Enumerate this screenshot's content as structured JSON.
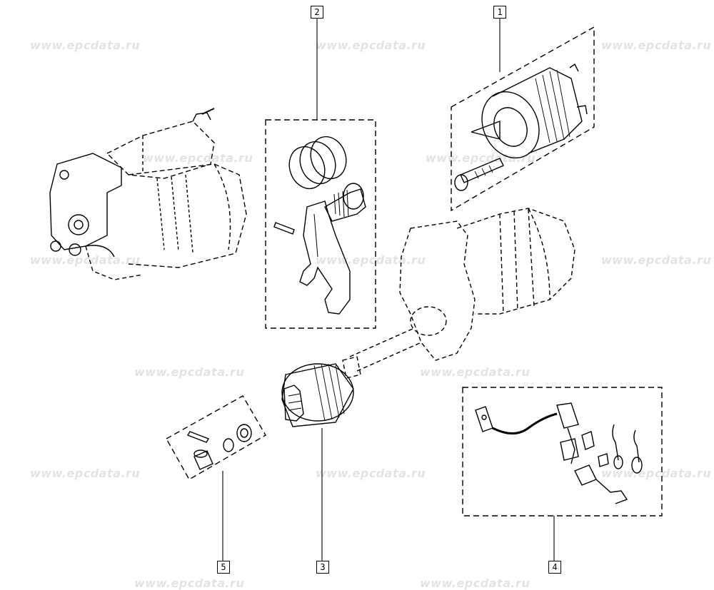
{
  "watermark": "www.epcdata.ru",
  "callouts": [
    {
      "id": "c1",
      "label": "1"
    },
    {
      "id": "c2",
      "label": "2"
    },
    {
      "id": "c3",
      "label": "3"
    },
    {
      "id": "c4",
      "label": "4"
    },
    {
      "id": "c5",
      "label": "5"
    }
  ]
}
